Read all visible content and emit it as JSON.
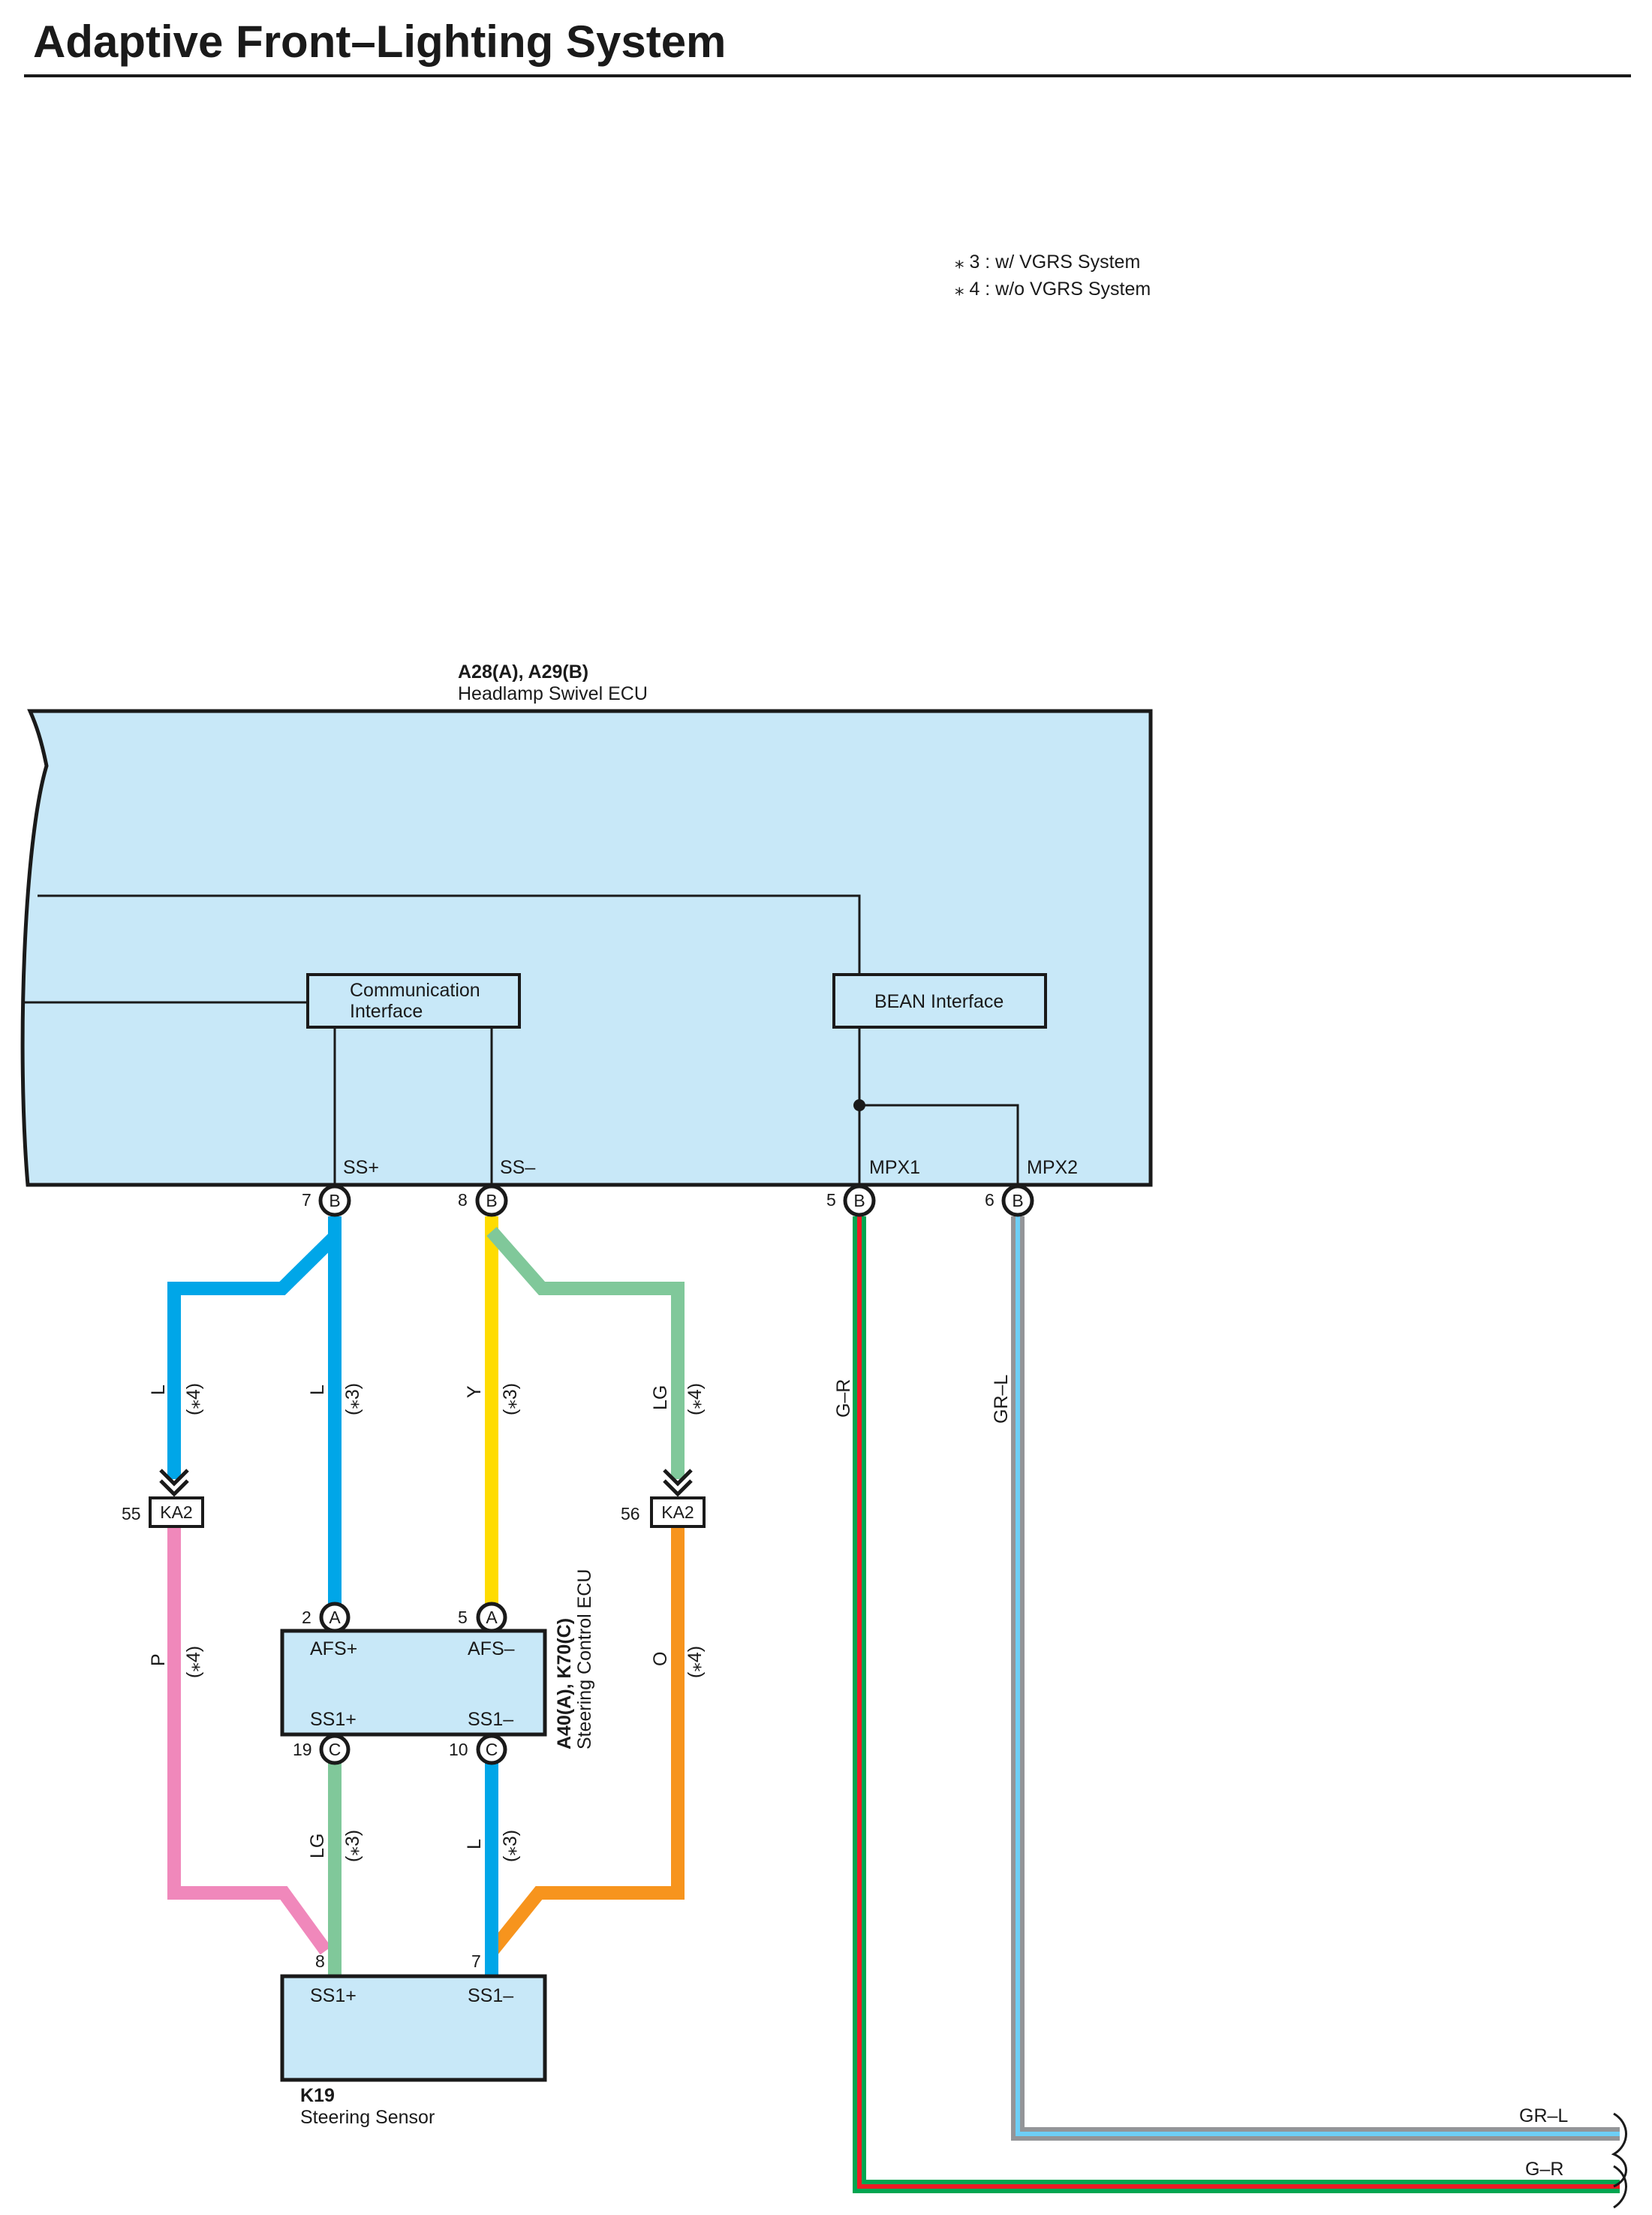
{
  "title": "Adaptive Front–Lighting System",
  "notes": {
    "n3": "⁎ 3 : w/ VGRS System",
    "n4": "⁎ 4 : w/o VGRS System"
  },
  "ecu": {
    "code": "A28(A), A29(B)",
    "name": "Headlamp Swivel ECU",
    "comm_line1": "Communication",
    "comm_line2": "Interface",
    "bean": "BEAN Interface",
    "term_ssp": "SS+",
    "term_ssm": "SS–",
    "term_mpx1": "MPX1",
    "term_mpx2": "MPX2",
    "pin7": "7",
    "pin8": "8",
    "pin5": "5",
    "pin6": "6",
    "conn": "B"
  },
  "wires": {
    "L": "L",
    "Y": "Y",
    "LG": "LG",
    "P": "P",
    "O": "O",
    "GR": "G–R",
    "GRL": "GR–L",
    "n3": "(⁎3)",
    "n4": "(⁎4)"
  },
  "ka2": {
    "code": "KA2",
    "pin55": "55",
    "pin56": "56"
  },
  "steer_ecu": {
    "code": "A40(A), K70(C)",
    "name": "Steering Control ECU",
    "afsp": "AFS+",
    "afsm": "AFS–",
    "ss1p": "SS1+",
    "ss1m": "SS1–",
    "pin2": "2",
    "pin5": "5",
    "pin19": "19",
    "pin10": "10",
    "conn_a": "A",
    "conn_c": "C"
  },
  "sensor": {
    "code": "K19",
    "name": "Steering Sensor",
    "ss1p": "SS1+",
    "ss1m": "SS1–",
    "pin8": "8",
    "pin7": "7"
  },
  "colors": {
    "ecu_fill": "#c8e8f8",
    "blue": "#00a6e8",
    "yellow": "#ffdc00",
    "lightgreen": "#80c89a",
    "pink": "#f088bb",
    "orange": "#f7941d",
    "green": "#00a651",
    "red": "#ed1c24",
    "gray": "#939598",
    "cyan": "#6dcff6"
  }
}
